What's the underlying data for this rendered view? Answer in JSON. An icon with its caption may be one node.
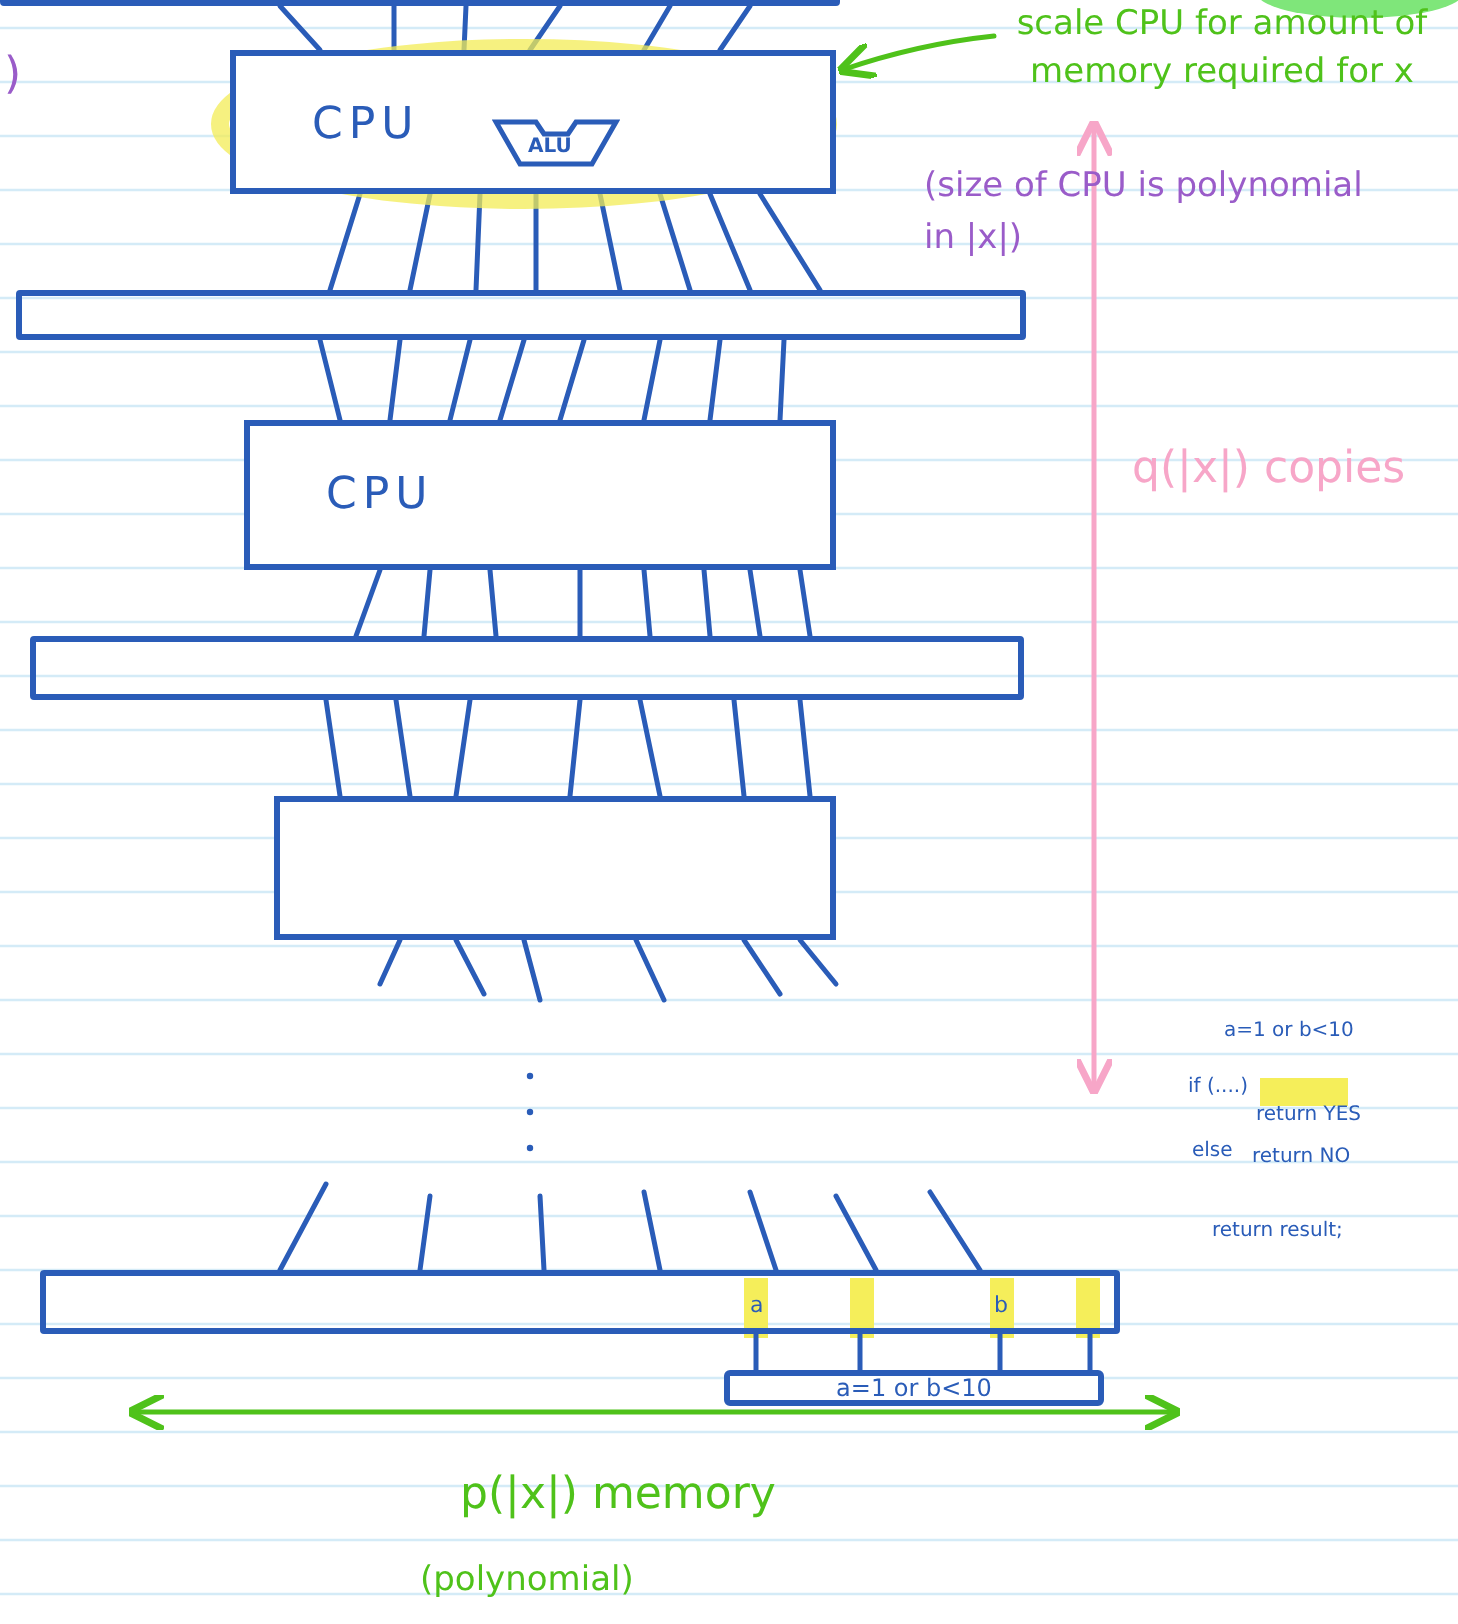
{
  "diagram": {
    "nodes": [
      {
        "text": [],
        "shape": "bar"
      },
      {
        "text": [
          "CPU"
        ]
      },
      {
        "text": [
          "ALU"
        ],
        "in": 1
      },
      {
        "text": [],
        "shape": "bar"
      },
      {
        "text": [
          "CPU"
        ]
      },
      {
        "text": [],
        "shape": "bar"
      },
      {
        "text": [],
        "shape": "box"
      },
      {
        "text": [],
        "shape": "bar"
      },
      {
        "text": [
          "a=1 or b<10"
        ]
      },
      {
        "text": [
          "scale CPU for amount of memory required for x"
        ]
      }
    ],
    "edges": [
      {
        "from": 0,
        "to": 1,
        "arrow": "none"
      },
      {
        "from": 0,
        "to": 1,
        "arrow": "none"
      },
      {
        "from": 0,
        "to": 1,
        "arrow": "none"
      },
      {
        "from": 0,
        "to": 1,
        "arrow": "none"
      },
      {
        "from": 0,
        "to": 1,
        "arrow": "none"
      },
      {
        "from": 0,
        "to": 1,
        "arrow": "none"
      },
      {
        "from": 1,
        "to": 3,
        "arrow": "none"
      },
      {
        "from": 1,
        "to": 3,
        "arrow": "none"
      },
      {
        "from": 1,
        "to": 3,
        "arrow": "none"
      },
      {
        "from": 1,
        "to": 3,
        "arrow": "none"
      },
      {
        "from": 1,
        "to": 3,
        "arrow": "none"
      },
      {
        "from": 1,
        "to": 3,
        "arrow": "none"
      },
      {
        "from": 1,
        "to": 3,
        "arrow": "none"
      },
      {
        "from": 1,
        "to": 3,
        "arrow": "none"
      },
      {
        "from": 3,
        "to": 4,
        "arrow": "none"
      },
      {
        "from": 3,
        "to": 4,
        "arrow": "none"
      },
      {
        "from": 3,
        "to": 4,
        "arrow": "none"
      },
      {
        "from": 3,
        "to": 4,
        "arrow": "none"
      },
      {
        "from": 3,
        "to": 4,
        "arrow": "none"
      },
      {
        "from": 3,
        "to": 4,
        "arrow": "none"
      },
      {
        "from": 3,
        "to": 4,
        "arrow": "none"
      },
      {
        "from": 3,
        "to": 4,
        "arrow": "none"
      },
      {
        "from": 4,
        "to": 5,
        "arrow": "none"
      },
      {
        "from": 4,
        "to": 5,
        "arrow": "none"
      },
      {
        "from": 4,
        "to": 5,
        "arrow": "none"
      },
      {
        "from": 4,
        "to": 5,
        "arrow": "none"
      },
      {
        "from": 4,
        "to": 5,
        "arrow": "none"
      },
      {
        "from": 4,
        "to": 5,
        "arrow": "none"
      },
      {
        "from": 4,
        "to": 5,
        "arrow": "none"
      },
      {
        "from": 4,
        "to": 5,
        "arrow": "none"
      },
      {
        "from": 5,
        "to": 6,
        "arrow": "none"
      },
      {
        "from": 5,
        "to": 6,
        "arrow": "none"
      },
      {
        "from": 5,
        "to": 6,
        "arrow": "none"
      },
      {
        "from": 5,
        "to": 6,
        "arrow": "none"
      },
      {
        "from": 5,
        "to": 6,
        "arrow": "none"
      },
      {
        "from": 5,
        "to": 6,
        "arrow": "none"
      },
      {
        "from": 5,
        "to": 6,
        "arrow": "none"
      },
      {
        "from": 6,
        "to": null,
        "arrow": "none"
      },
      {
        "from": 6,
        "to": null,
        "arrow": "none"
      },
      {
        "from": 6,
        "to": null,
        "arrow": "none"
      },
      {
        "from": 6,
        "to": null,
        "arrow": "none"
      },
      {
        "from": 6,
        "to": null,
        "arrow": "none"
      },
      {
        "from": 6,
        "to": null,
        "arrow": "none"
      },
      {
        "from": null,
        "to": 7,
        "arrow": "none"
      },
      {
        "from": null,
        "to": 7,
        "arrow": "none"
      },
      {
        "from": null,
        "to": 7,
        "arrow": "none"
      },
      {
        "from": null,
        "to": 7,
        "arrow": "none"
      },
      {
        "from": null,
        "to": 7,
        "arrow": "none"
      },
      {
        "from": null,
        "to": 7,
        "arrow": "none"
      },
      {
        "from": null,
        "to": 7,
        "arrow": "none"
      },
      {
        "from": 7,
        "to": 8,
        "arrow": "none"
      },
      {
        "from": 7,
        "to": 8,
        "arrow": "none"
      },
      {
        "from": 7,
        "to": 8,
        "arrow": "none"
      },
      {
        "from": 7,
        "to": 8,
        "arrow": "none"
      },
      {
        "from": 9,
        "to": 1,
        "arrow": "to",
        "color": "#4fc21a"
      }
    ],
    "labels": [
      ")",
      "(size of CPU is polynomial in |x|)",
      "q(|x|) copies",
      "a=1 or b<10",
      "if (....)",
      "return YES",
      "else",
      "return NO",
      "return result;",
      "a",
      "b",
      "p(|x|) memory",
      "(polynomial)"
    ]
  }
}
